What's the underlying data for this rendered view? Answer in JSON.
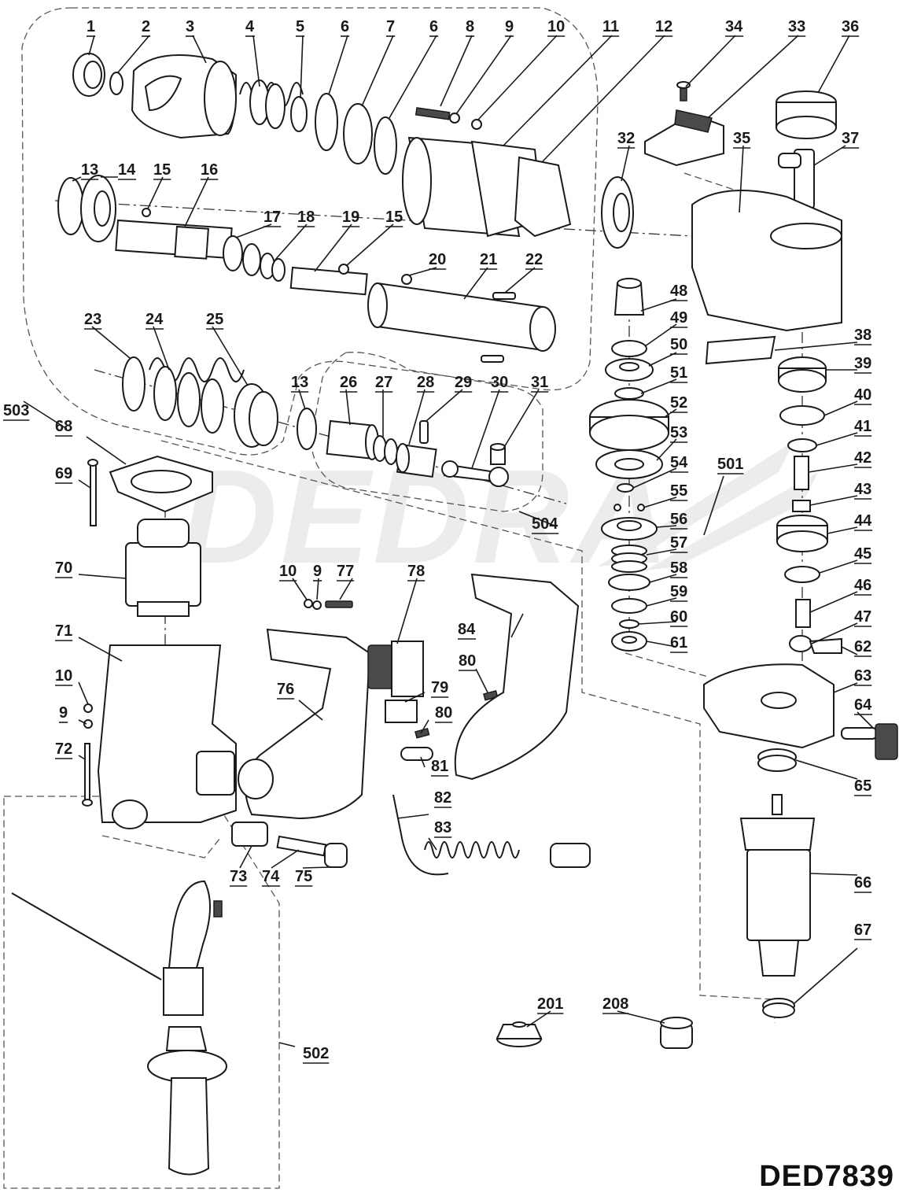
{
  "watermark": "DEDRA",
  "model_code": "DED7839",
  "callouts": [
    "1",
    "2",
    "3",
    "4",
    "5",
    "6",
    "7",
    "6",
    "8",
    "9",
    "10",
    "11",
    "12",
    "13",
    "14",
    "15",
    "16",
    "17",
    "18",
    "19",
    "15",
    "20",
    "21",
    "22",
    "23",
    "24",
    "25",
    "13",
    "26",
    "27",
    "28",
    "29",
    "30",
    "31",
    "503",
    "68",
    "69",
    "504",
    "70",
    "71",
    "10",
    "9",
    "72",
    "10",
    "9",
    "77",
    "78",
    "76",
    "84",
    "80",
    "79",
    "80",
    "81",
    "82",
    "83",
    "73",
    "74",
    "75",
    "502",
    "32",
    "34",
    "33",
    "36",
    "35",
    "37",
    "48",
    "49",
    "50",
    "51",
    "52",
    "53",
    "54",
    "55",
    "56",
    "57",
    "58",
    "59",
    "60",
    "61",
    "501",
    "38",
    "39",
    "40",
    "41",
    "42",
    "43",
    "44",
    "45",
    "46",
    "47",
    "62",
    "63",
    "64",
    "65",
    "66",
    "67",
    "201",
    "208"
  ]
}
